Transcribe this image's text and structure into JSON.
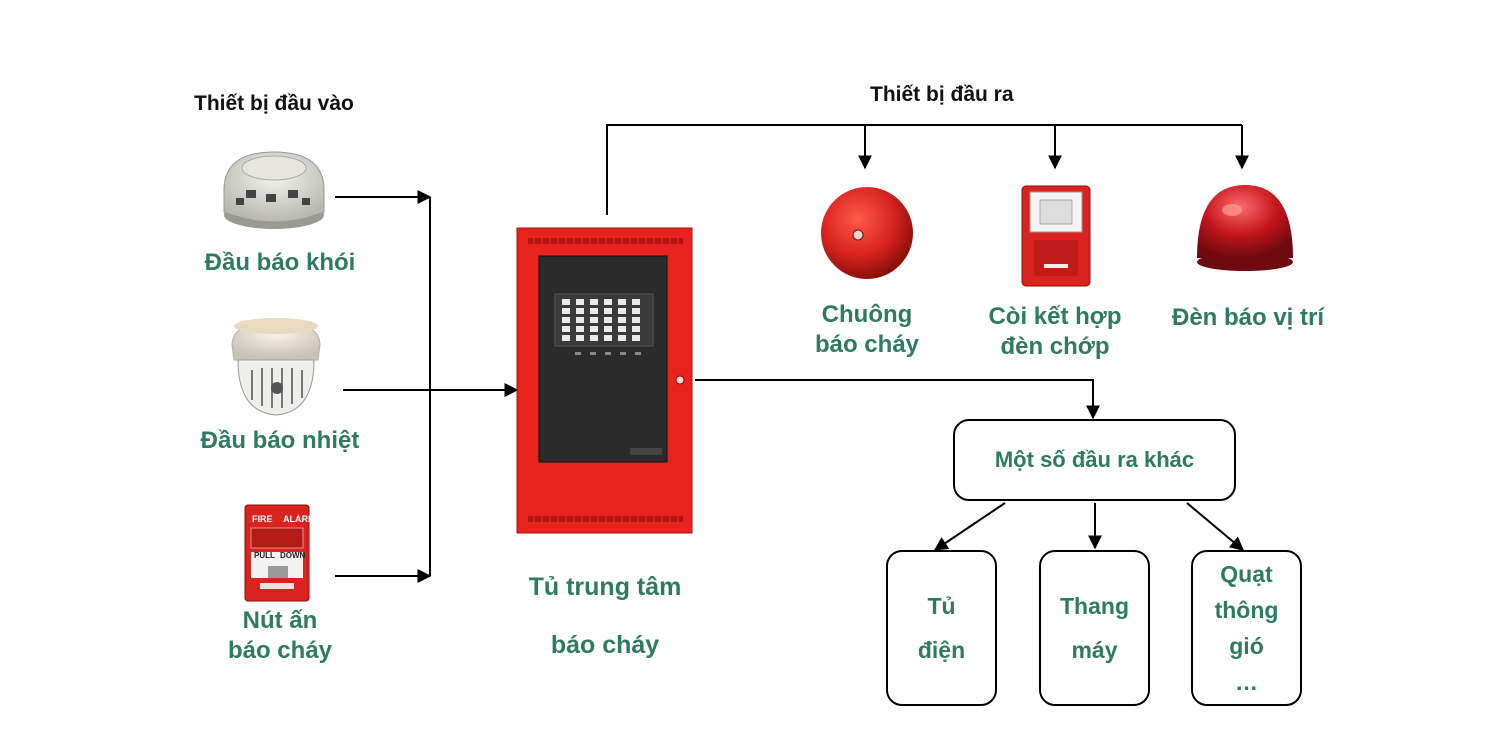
{
  "inputs": {
    "header": "Thiết bị đầu vào",
    "smoke_label": "Đầu báo khói",
    "heat_label": "Đầu báo nhiệt",
    "callpoint_label": [
      "Nút ấn",
      "báo cháy"
    ],
    "callpoint_text_top": [
      "FIRE",
      "ALARM"
    ],
    "callpoint_text_mid": [
      "PULL",
      "DOWN"
    ]
  },
  "panel": {
    "label": [
      "Tủ trung tâm",
      "báo cháy"
    ],
    "color": "#e8231e"
  },
  "outputs": {
    "header": "Thiết bị đầu ra",
    "bell_label": [
      "Chuông",
      "báo cháy"
    ],
    "strobe_label": [
      "Còi kết hợp",
      "đèn chớp"
    ],
    "beacon_label": "Đèn báo vị trí"
  },
  "other_outputs": {
    "label": "Một số đầu ra khác",
    "items": [
      [
        "Tủ",
        "điện"
      ],
      [
        "Thang",
        "máy"
      ],
      [
        "Quạt",
        "thông",
        "gió",
        "…"
      ]
    ]
  },
  "colors": {
    "label_green": "#2e7a63",
    "device_red": "#d9231f",
    "line": "#000000"
  }
}
